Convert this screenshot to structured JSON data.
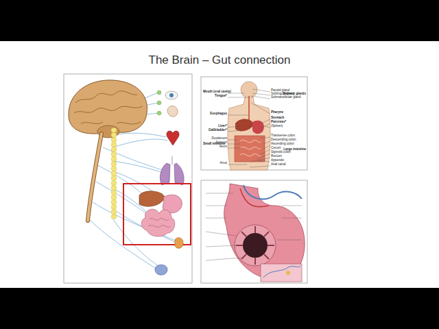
{
  "diagram": {
    "title": "The Brain – Gut connection",
    "labels": [
      "Mouth (oral cavity)",
      "Tongue*",
      "Esophagus",
      "Liver*",
      "Gallbladder*",
      "Small intestine",
      "Duodenum",
      "Jejunum",
      "Ileum",
      "Anus",
      "Parotid gland",
      "Sublingual gland",
      "Submandibular gland",
      "Salivary glands",
      "Pharynx",
      "Stomach",
      "Pancreas*",
      "(Spleen)",
      "Transverse colon",
      "Descending colon",
      "Ascending colon",
      "Cecum",
      "Sigmoid colon",
      "Rectum",
      "Appendix",
      "Anal canal",
      "Large intestine"
    ]
  }
}
